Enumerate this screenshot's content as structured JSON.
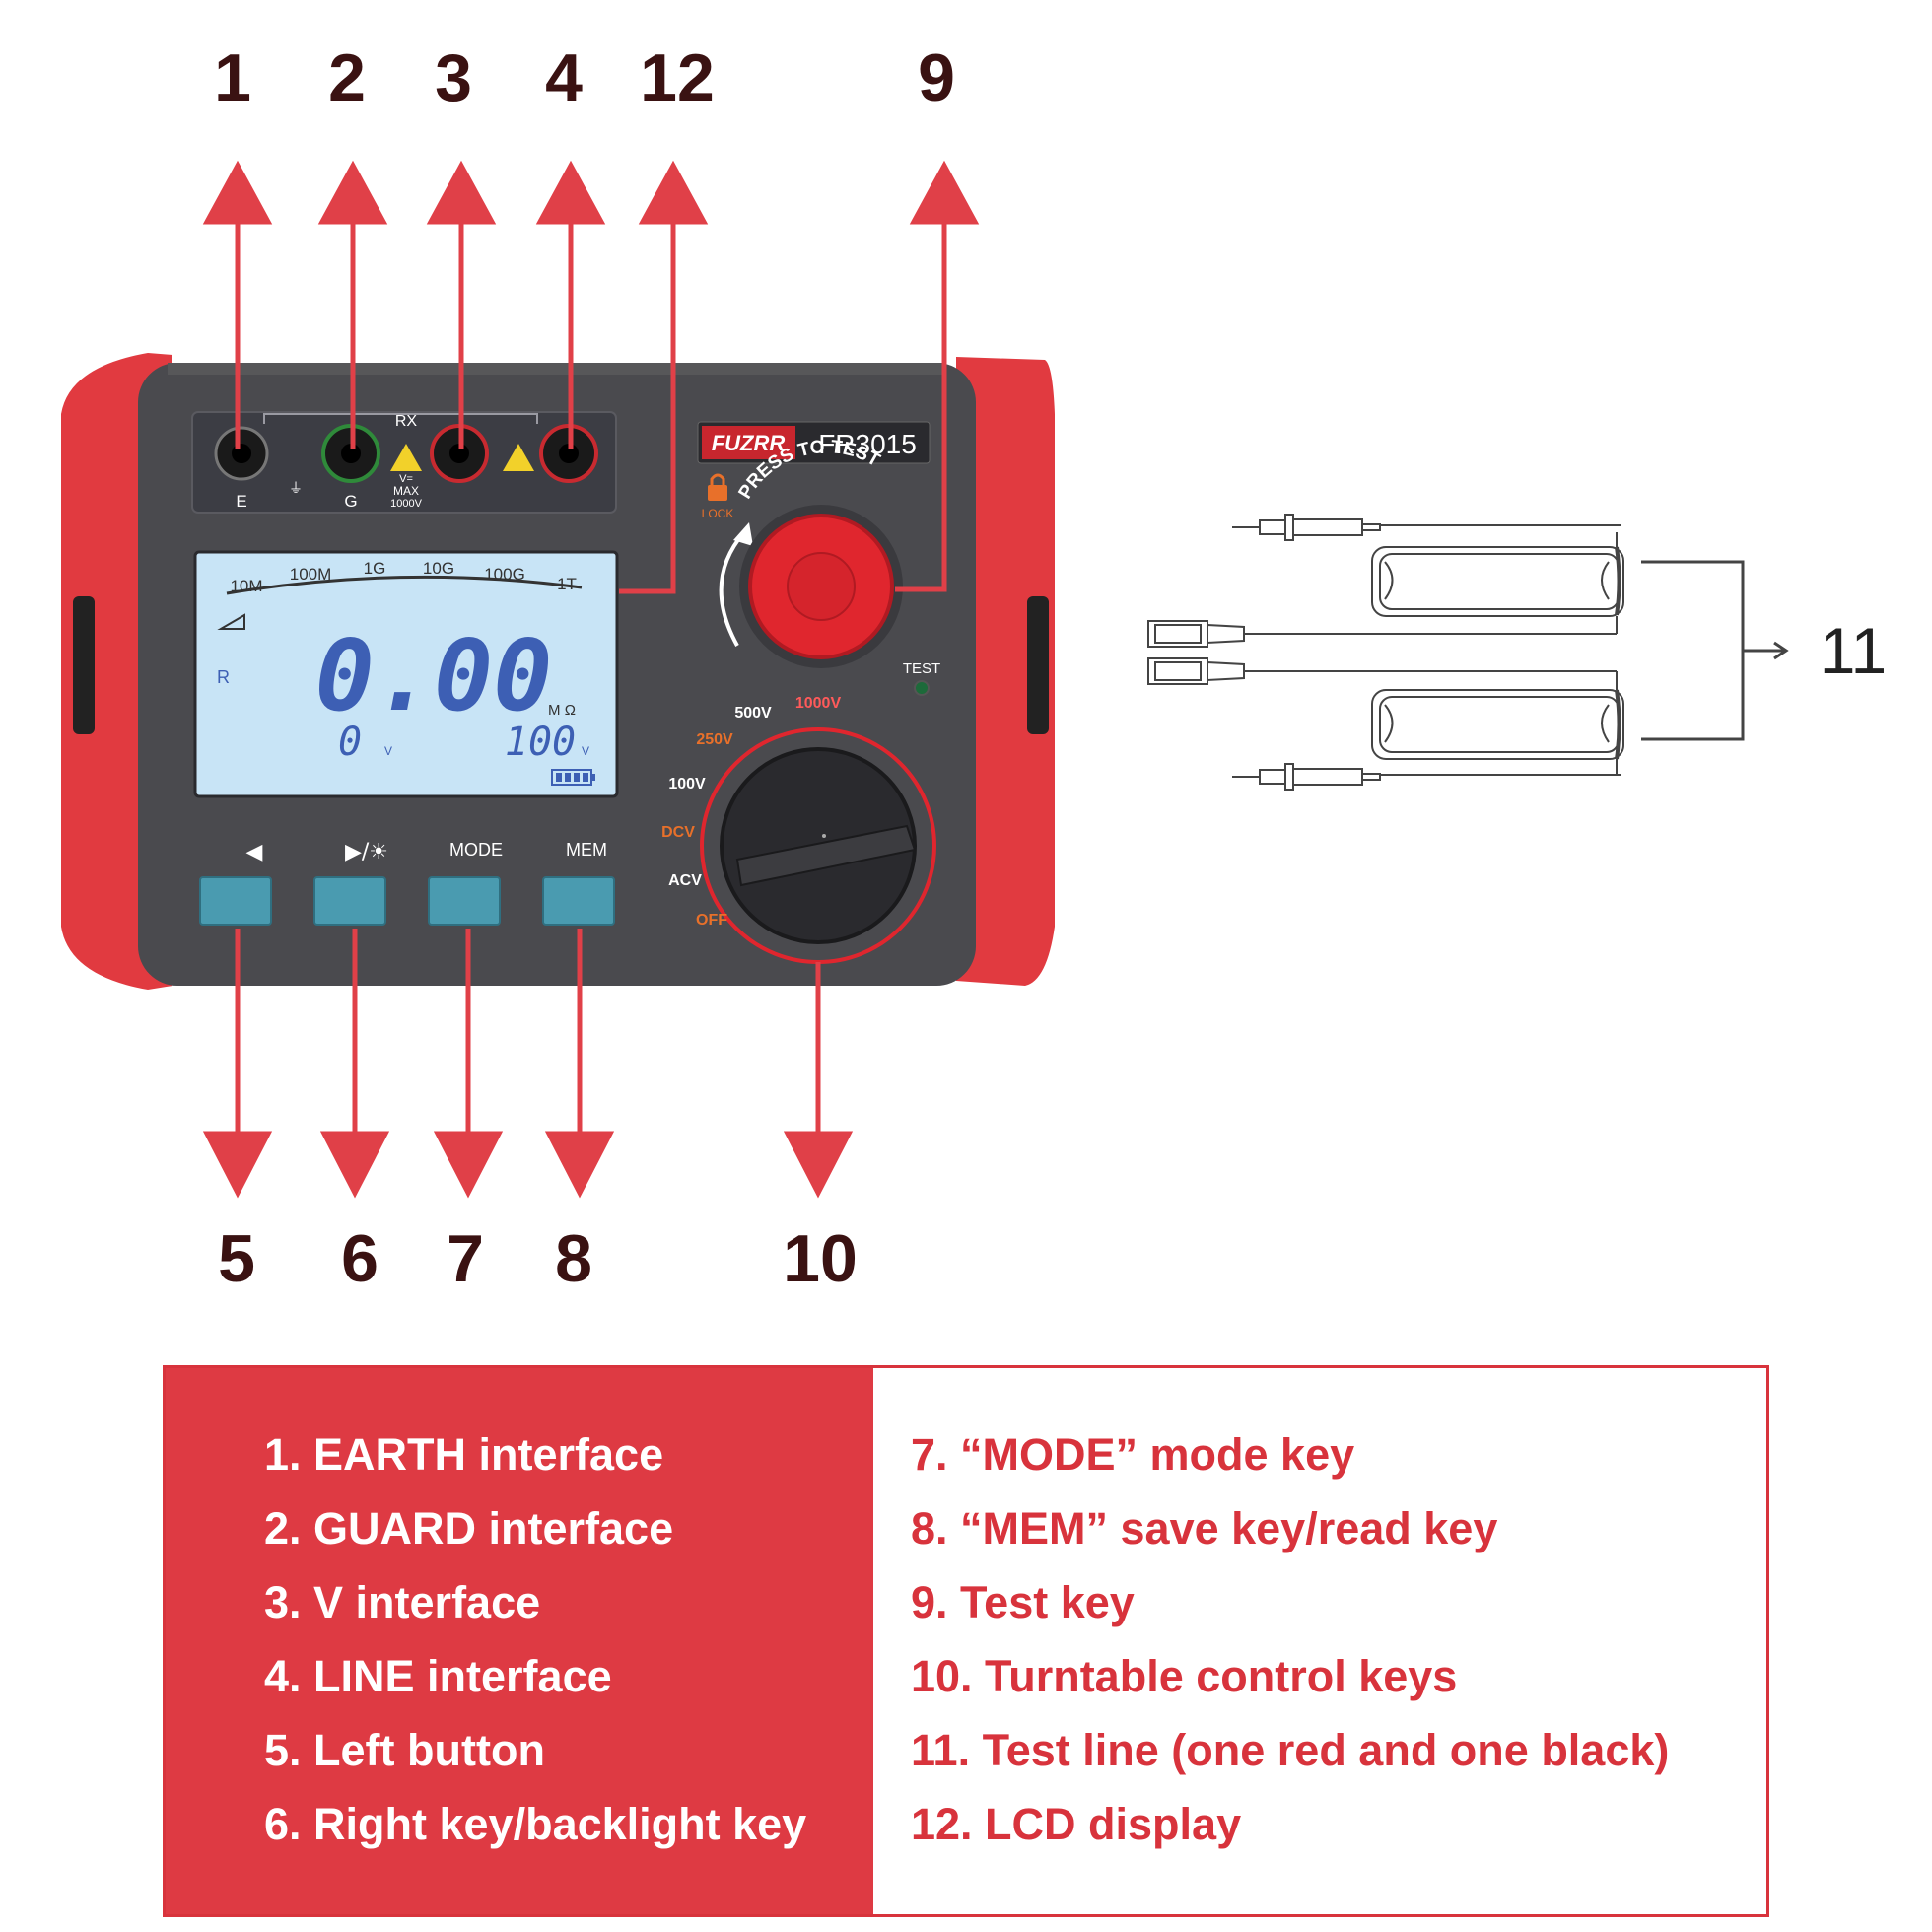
{
  "callouts": {
    "n1": "1",
    "n2": "2",
    "n3": "3",
    "n4": "4",
    "n12": "12",
    "n9": "9",
    "n5": "5",
    "n6": "6",
    "n7": "7",
    "n8": "8",
    "n10": "10",
    "n11": "11"
  },
  "device": {
    "brand": "FUZRR",
    "model": "FR3015",
    "jacks": {
      "e": "E",
      "g": "G",
      "rx": "RX",
      "max": "MAX",
      "max_voltage": "1000V",
      "v_symbol": "V="
    },
    "press_to_test": "PRESS TO TEST",
    "lock": "LOCK",
    "test_led": "TEST",
    "lcd": {
      "scale": [
        "10M",
        "100M",
        "1G",
        "10G",
        "100G",
        "1T"
      ],
      "main_value": "0.00",
      "unit": "M Ω",
      "left_value": "0",
      "left_unit": "V",
      "right_value": "100",
      "right_unit": "V",
      "mode_indicator": "R"
    },
    "buttons": {
      "left": "◀",
      "right": "▶/☀",
      "mode": "MODE",
      "mem": "MEM"
    },
    "dial": [
      "500V",
      "1000V",
      "250V",
      "100V",
      "DCV",
      "ACV",
      "OFF"
    ]
  },
  "legend": {
    "left": [
      "1. EARTH interface",
      "2. GUARD interface",
      "3. V interface",
      "4. LINE interface",
      "5. Left button",
      "6. Right key/backlight key"
    ],
    "right": [
      "7.  “MODE” mode key",
      "8.  “MEM” save key/read key",
      "9. Test key",
      "10. Turntable control keys",
      "11. Test line (one red and one black)",
      "12. LCD display"
    ]
  },
  "colors": {
    "body_red": "#e13a40",
    "body_gray": "#4a4a4e",
    "arrow_red": "#e04048",
    "lcd_blue": "#c8e4f6",
    "lcd_digit": "#3d5fb4",
    "button_teal": "#4a9bb0",
    "panel_red": "#de3a43",
    "callout_text": "#3a1212"
  }
}
